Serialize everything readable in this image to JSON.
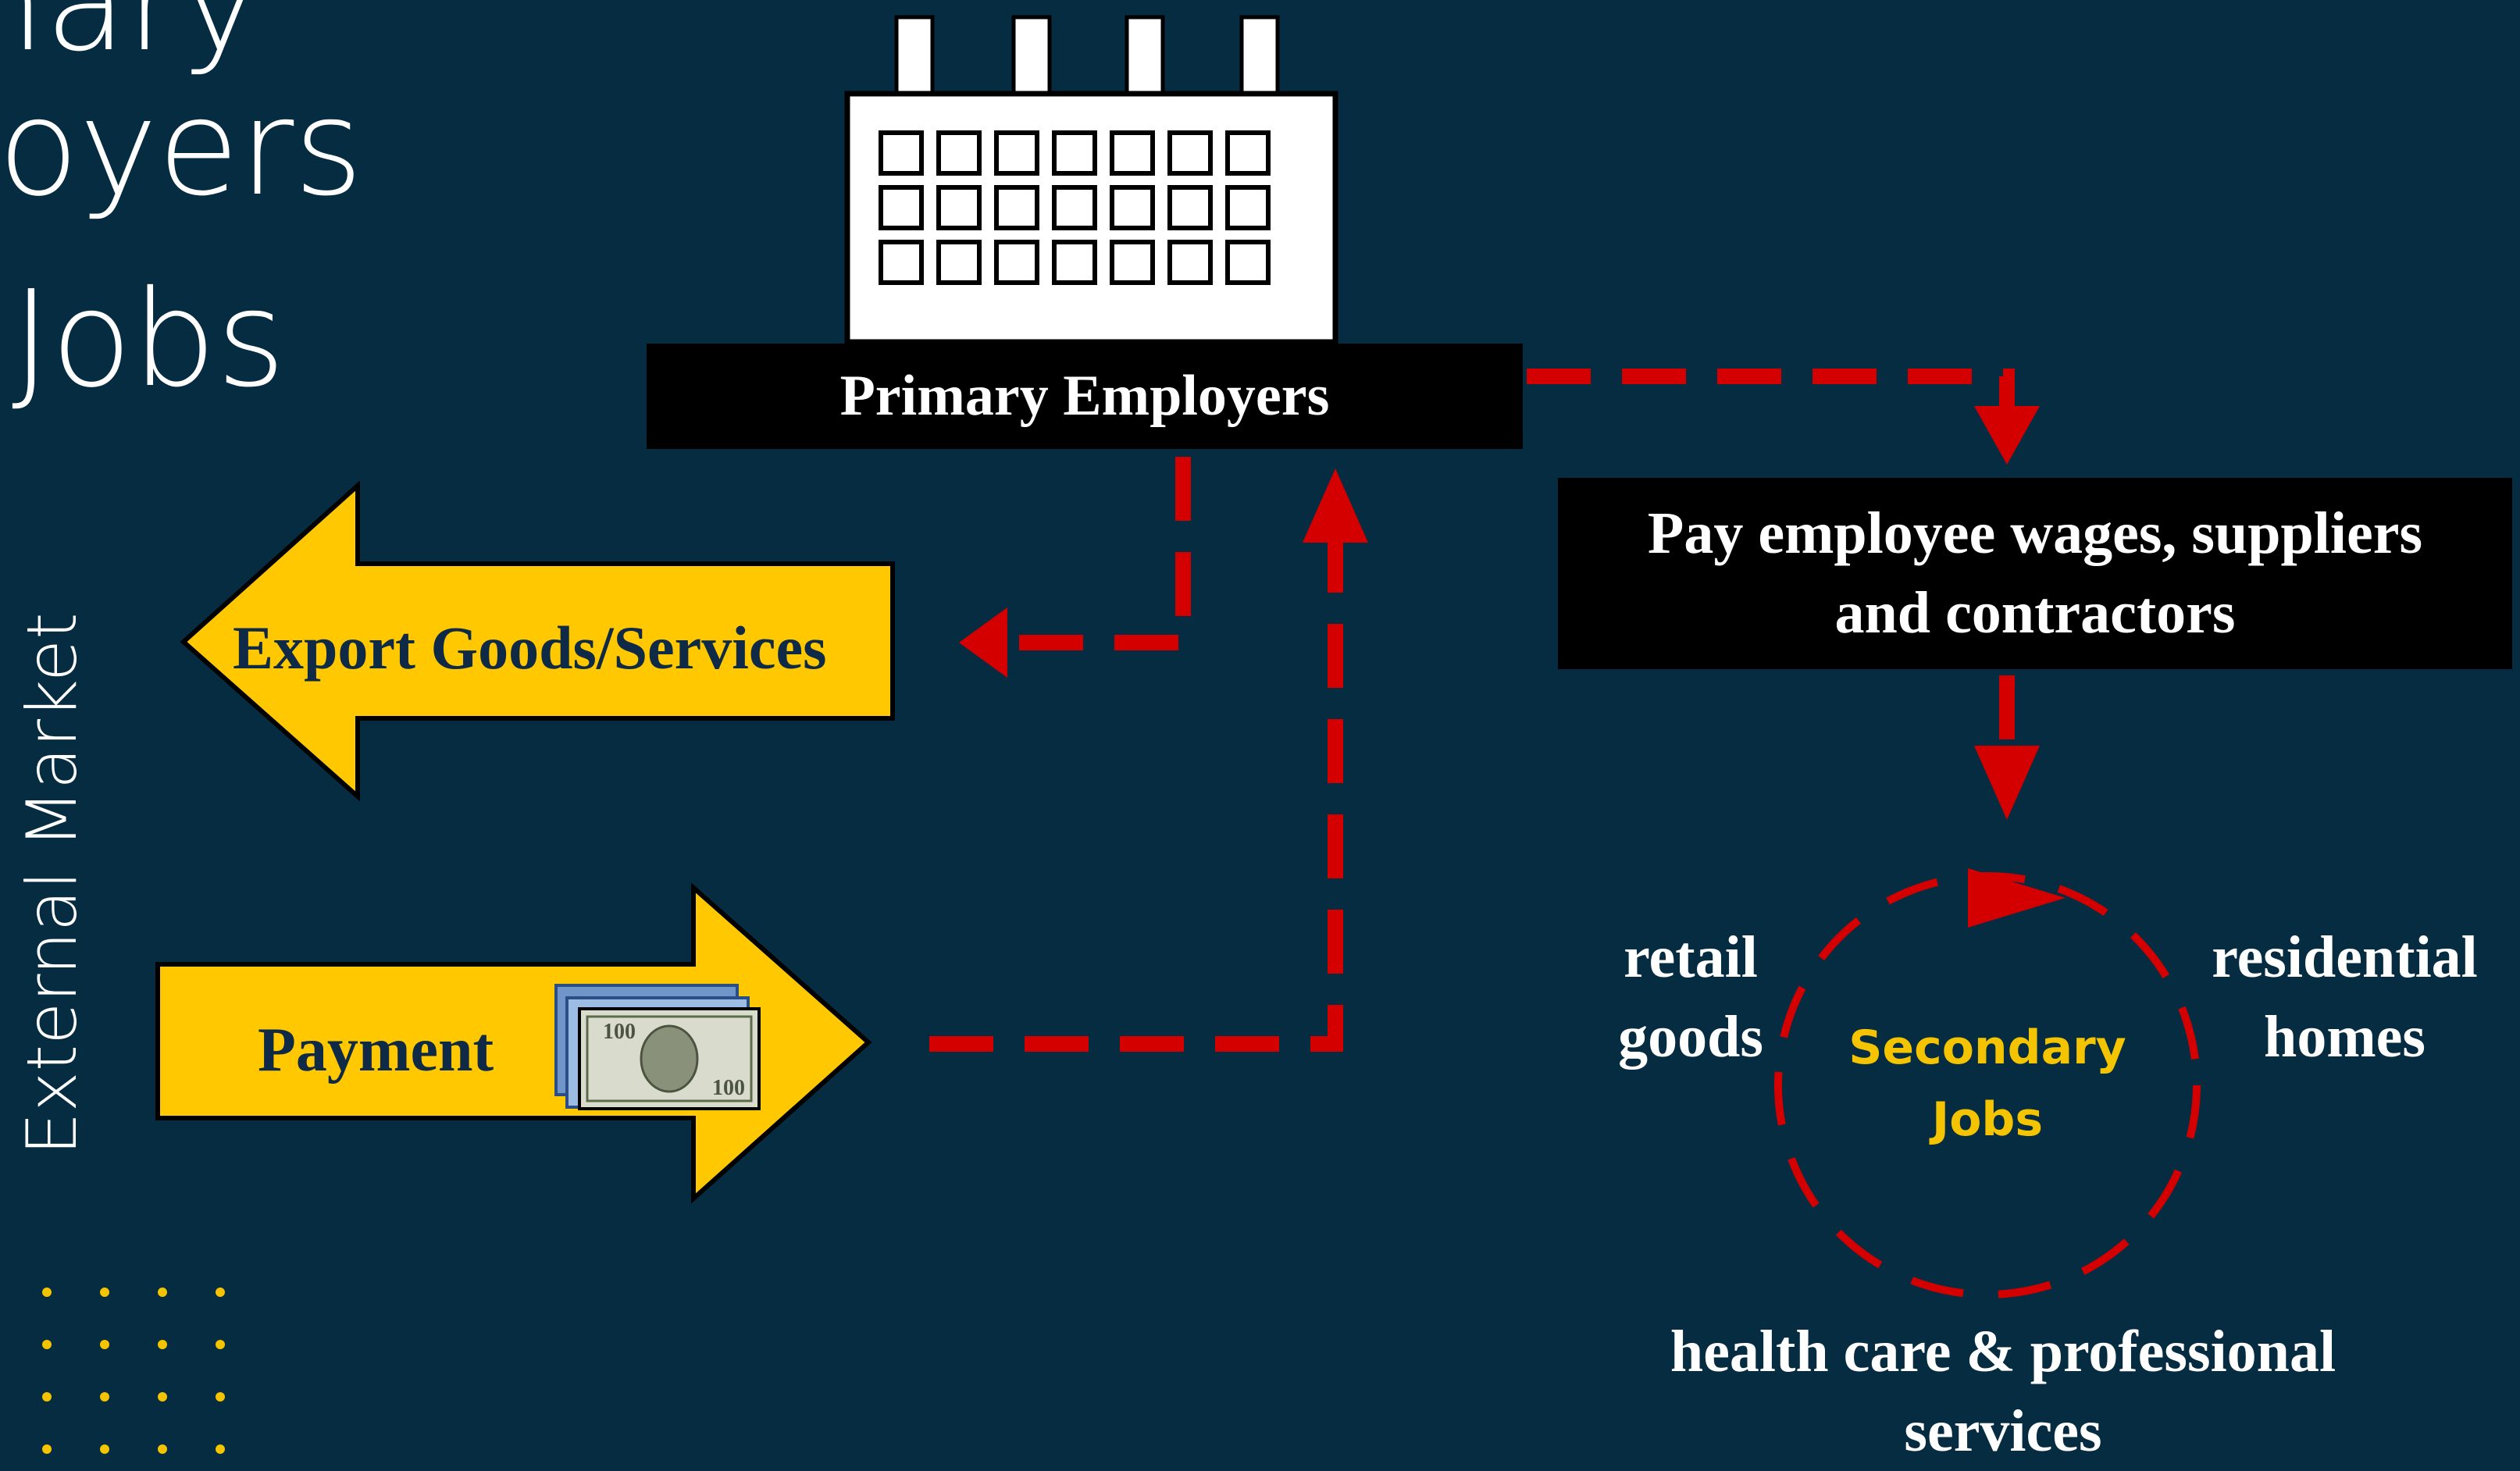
{
  "slide": {
    "title_lines": [
      "nary",
      "loyers",
      "Jobs"
    ],
    "side_label": "External Market"
  },
  "diagram": {
    "primary_employers": "Primary Employers",
    "pay_box": {
      "line1": "Pay employee wages, suppliers",
      "line2": "and contractors"
    },
    "export_label": "Export Goods/Services",
    "payment_label": "Payment",
    "secondary_jobs": {
      "line1": "Secondary",
      "line2": "Jobs"
    },
    "retail": {
      "line1": "retail",
      "line2": "goods"
    },
    "residential": {
      "line1": "residential",
      "line2": "homes"
    },
    "health": {
      "line1": "health care & professional",
      "line2": "services"
    }
  },
  "icons": [
    "factory-icon",
    "money-icon",
    "dot-grid-decoration"
  ],
  "colors": {
    "background": "#062c42",
    "arrow_fill": "#ffc800",
    "flow_dash": "#d40000",
    "secondary_text": "#f5c400"
  }
}
